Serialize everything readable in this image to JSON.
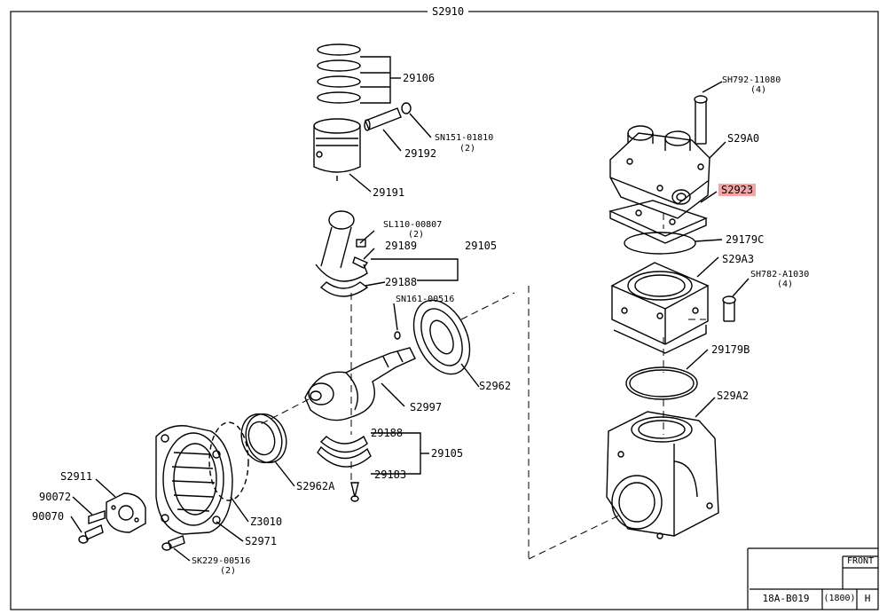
{
  "frame": {
    "title": "S2910"
  },
  "labels": {
    "p29106": "29106",
    "sn151": "SN151-01810",
    "sn151q": "(2)",
    "p29192": "29192",
    "p29191": "29191",
    "sl110": "SL110-00807",
    "sl110q": "(2)",
    "p29189": "29189",
    "p29105a": "29105",
    "p29188a": "29188",
    "sn161": "SN161-00516",
    "s2962": "S2962",
    "s2997": "S2997",
    "p29188b": "29188",
    "p29105b": "29105",
    "p29183": "29183",
    "s2962a": "S2962A",
    "s2911": "S2911",
    "p90072": "90072",
    "p90070": "90070",
    "z3010": "Z3010",
    "s2971": "S2971",
    "sk229": "SK229-00516",
    "sk229q": "(2)",
    "sh792": "SH792-11080",
    "sh792q": "(4)",
    "s29a0": "S29A0",
    "s2923": "S2923",
    "p29179c": "29179C",
    "s29a3": "S29A3",
    "sh782": "SH782-A1030",
    "sh782q": "(4)",
    "p29179b": "29179B",
    "s29a2": "S29A2"
  },
  "title_block": {
    "front": "FRONT",
    "code": "18A-B019",
    "qty": "(1800)",
    "rev": "H"
  },
  "colors": {
    "highlight": "#f4a6a6",
    "line": "#000000"
  }
}
